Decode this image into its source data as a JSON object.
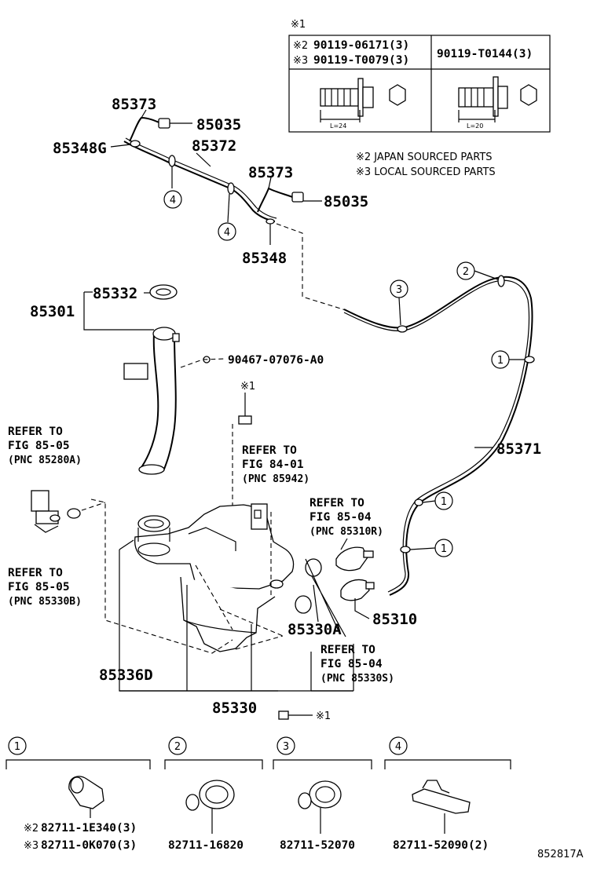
{
  "fastener_table": {
    "ref_mark": "※1",
    "row1_mark": "※2",
    "row1_part": "90119-06171(3)",
    "row2_mark": "※3",
    "row2_part": "90119-T0079(3)",
    "right_part": "90119-T0144(3)",
    "left_length": "L=24",
    "right_length": "L=20"
  },
  "notes": {
    "japan": "※2 JAPAN SOURCED PARTS",
    "local": "※3 LOCAL SOURCED PARTS"
  },
  "labels": {
    "p85373a": "85373",
    "p85035a": "85035",
    "p85348g": "85348G",
    "p85372": "85372",
    "p85373b": "85373",
    "p85035b": "85035",
    "p85348": "85348",
    "p85332": "85332",
    "p85301": "85301",
    "p90467": "90467-07076-A0",
    "p85371": "85371",
    "p85310": "85310",
    "p85330a": "85330A",
    "p85336d": "85336D",
    "p85330": "85330",
    "ref_mark_bolt": "※1",
    "ref_mark_bottom": "※1"
  },
  "callouts": {
    "c1": "1",
    "c2": "2",
    "c3": "3",
    "c4": "4"
  },
  "refers": {
    "r1": {
      "l1": "REFER TO",
      "l2": "FIG 85-05",
      "l3": "(PNC 85280A)"
    },
    "r2": {
      "l1": "REFER TO",
      "l2": "FIG 84-01",
      "l3": "(PNC 85942)"
    },
    "r3": {
      "l1": "REFER TO",
      "l2": "FIG 85-04",
      "l3": "(PNC 85310R)"
    },
    "r4": {
      "l1": "REFER TO",
      "l2": "FIG 85-05",
      "l3": "(PNC 85330B)"
    },
    "r5": {
      "l1": "REFER TO",
      "l2": "FIG 85-04",
      "l3": "(PNC 85330S)"
    }
  },
  "clamps": {
    "k1": {
      "num": "1",
      "mark_a": "※2",
      "part_a": "82711-1E340(3)",
      "mark_b": "※3",
      "part_b": "82711-0K070(3)"
    },
    "k2": {
      "num": "2",
      "part": "82711-16820"
    },
    "k3": {
      "num": "3",
      "part": "82711-52070"
    },
    "k4": {
      "num": "4",
      "part": "82711-52090(2)"
    }
  },
  "figure_id": "852817A"
}
